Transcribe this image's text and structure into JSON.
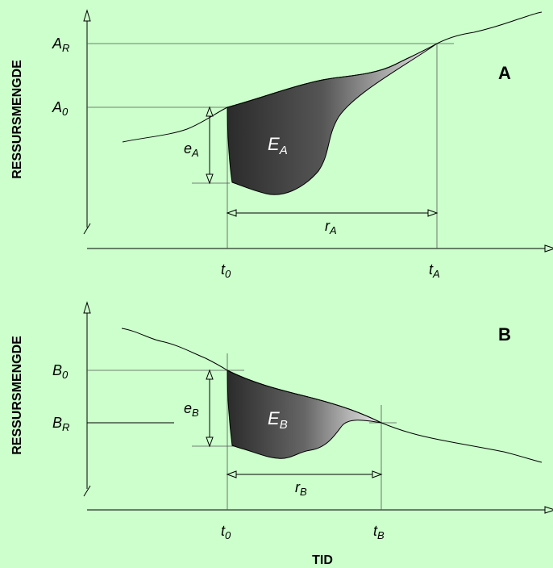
{
  "panel_a": {
    "id": "A",
    "y_axis_label": "RESSURSMENGDE",
    "level_recovered": {
      "base": "A",
      "sub": "R"
    },
    "level_initial": {
      "base": "A",
      "sub": "0"
    },
    "loss_area": {
      "base": "E",
      "sub": "A"
    },
    "drop": {
      "base": "e",
      "sub": "A"
    },
    "recovery_time": {
      "base": "r",
      "sub": "A"
    },
    "time_start": {
      "base": "t",
      "sub": "0"
    },
    "time_end": {
      "base": "t",
      "sub": "A"
    }
  },
  "panel_b": {
    "id": "B",
    "y_axis_label": "RESSURSMENGDE",
    "level_initial": {
      "base": "B",
      "sub": "0"
    },
    "level_recovered": {
      "base": "B",
      "sub": "R"
    },
    "loss_area": {
      "base": "E",
      "sub": "B"
    },
    "drop": {
      "base": "e",
      "sub": "B"
    },
    "recovery_time": {
      "base": "r",
      "sub": "B"
    },
    "time_start": {
      "base": "t",
      "sub": "0"
    },
    "time_end": {
      "base": "t",
      "sub": "B"
    }
  },
  "x_axis_label": "TID",
  "colors": {
    "background": "#ccffcc",
    "fill_dark": "#2b2b2b",
    "fill_light": "#e6e6e6"
  }
}
